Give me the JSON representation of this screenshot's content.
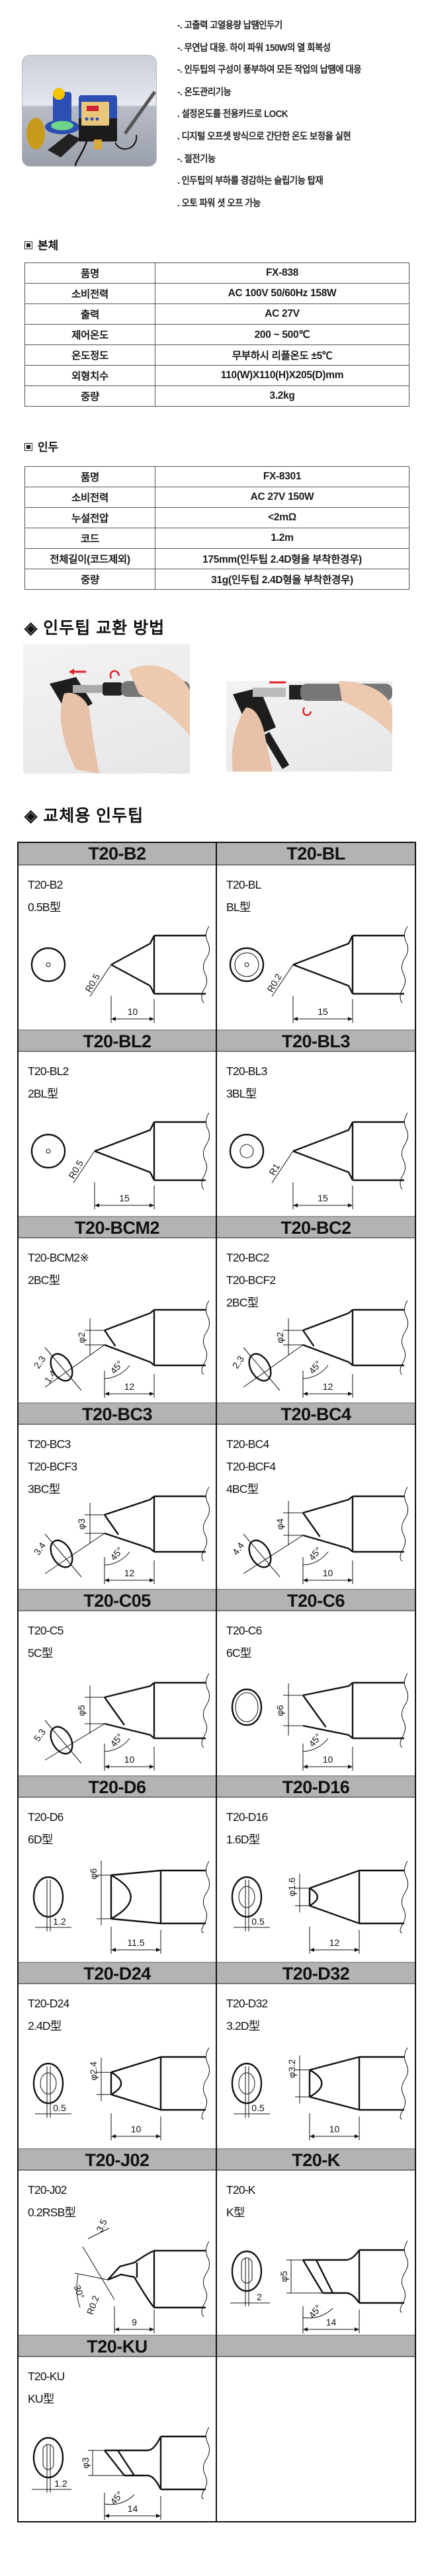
{
  "features": [
    "-. 고출력 고열용량 납땜인두기",
    "-. 무연납 대응. 하이 파워 150W의 열 회복성",
    "-. 인두팁의 구성이 풍부하여 모든 작업의 납땜에 대응",
    "-. 온도관리기능",
    " . 설정온도를 전용카드로 LOCK",
    " . 디지털 오프셋 방식으로 간단한 온도 보정을 실현",
    "-. 절전기능",
    " . 인두팁의 부하를 경감하는 슬립기능 탑재",
    " . 오토 파워 셧 오프 가능"
  ],
  "body_section": {
    "title": "본체",
    "rows": [
      [
        "품명",
        "FX-838"
      ],
      [
        "소비전력",
        "AC 100V 50/60Hz 158W"
      ],
      [
        "출력",
        "AC 27V"
      ],
      [
        "제어온도",
        "200 ~ 500℃"
      ],
      [
        "온도정도",
        "무부하시 리플온도 ±5℃"
      ],
      [
        "외형치수",
        "110(W)X110(H)X205(D)mm"
      ],
      [
        "중량",
        "3.2kg"
      ]
    ]
  },
  "iron_section": {
    "title": "인두",
    "rows": [
      [
        "품명",
        "FX-8301"
      ],
      [
        "소비전력",
        "AC 27V 150W"
      ],
      [
        "누설전압",
        "<2mΩ"
      ],
      [
        "코드",
        "1.2m"
      ],
      [
        "전체길이(코드제외)",
        "175mm(인두팁 2.4D형을 부착한경우)"
      ],
      [
        "중량",
        "31g(인두팁 2.4D형을 부착한경우)"
      ]
    ]
  },
  "exchange_section": {
    "title": "인두팁 교환 방법"
  },
  "tips_section": {
    "title": "교체용 인두팁"
  },
  "colors": {
    "header_gray": "#b3b3b3",
    "arrow_red": "#e0202a",
    "station_blue": "#2b4fb3"
  },
  "tips": [
    {
      "name": "T20-B2",
      "lines": [
        "T20-B2",
        "0.5B型"
      ],
      "kind": "cone",
      "dims": {
        "r": "R0.5",
        "len": "10"
      }
    },
    {
      "name": "T20-BL",
      "lines": [
        "T20-BL",
        "BL型"
      ],
      "kind": "cone",
      "dims": {
        "r": "R0.2",
        "len": "15"
      }
    },
    {
      "name": "T20-BL2",
      "lines": [
        "T20-BL2",
        "2BL型"
      ],
      "kind": "cone",
      "dims": {
        "r": "R0.5",
        "len": "15"
      }
    },
    {
      "name": "T20-BL3",
      "lines": [
        "T20-BL3",
        "3BL型"
      ],
      "kind": "cone",
      "dims": {
        "r": "R1",
        "len": "15"
      }
    },
    {
      "name": "T20-BCM2",
      "lines": [
        "T20-BCM2※",
        "2BC型"
      ],
      "kind": "bevel",
      "dims": {
        "phi": "φ2",
        "oval": "2.3",
        "oval2": "1.4",
        "ang": "45°",
        "len": "12"
      }
    },
    {
      "name": "T20-BC2",
      "lines": [
        "T20-BC2",
        "T20-BCF2",
        "2BC型"
      ],
      "kind": "bevel",
      "dims": {
        "phi": "φ2",
        "oval": "2.3",
        "ang": "45°",
        "len": "12"
      }
    },
    {
      "name": "T20-BC3",
      "lines": [
        "T20-BC3",
        "T20-BCF3",
        "3BC型"
      ],
      "kind": "bevel",
      "dims": {
        "phi": "φ3",
        "oval": "3.4",
        "ang": "45°",
        "len": "12"
      }
    },
    {
      "name": "T20-BC4",
      "lines": [
        "T20-BC4",
        "T20-BCF4",
        "4BC型"
      ],
      "kind": "bevel",
      "dims": {
        "phi": "φ4",
        "oval": "4.4",
        "ang": "45°",
        "len": "10"
      }
    },
    {
      "name": "T20-C05",
      "lines": [
        "T20-C5",
        "5C型"
      ],
      "kind": "bevel",
      "dims": {
        "phi": "φ5",
        "oval": "5.3",
        "ang": "45°",
        "len": "10"
      }
    },
    {
      "name": "T20-C6",
      "lines": [
        "T20-C6",
        "6C型"
      ],
      "kind": "bevel",
      "dims": {
        "phi": "φ6",
        "ang": "45°",
        "len": "10"
      }
    },
    {
      "name": "T20-D6",
      "lines": [
        "T20-D6",
        "6D型"
      ],
      "kind": "chisel",
      "dims": {
        "phi": "φ6",
        "w": "1.2",
        "len": "11.5"
      }
    },
    {
      "name": "T20-D16",
      "lines": [
        "T20-D16",
        "1.6D型"
      ],
      "kind": "chisel",
      "dims": {
        "phi": "φ1.6",
        "w": "0.5",
        "len": "12"
      }
    },
    {
      "name": "T20-D24",
      "lines": [
        "T20-D24",
        "2.4D型"
      ],
      "kind": "chisel",
      "dims": {
        "phi": "φ2.4",
        "w": "0.5",
        "len": "10"
      }
    },
    {
      "name": "T20-D32",
      "lines": [
        "T20-D32",
        "3.2D型"
      ],
      "kind": "chisel",
      "dims": {
        "phi": "φ3.2",
        "w": "0.5",
        "len": "10"
      }
    },
    {
      "name": "T20-J02",
      "lines": [
        "T20-J02",
        "0.2RSB型"
      ],
      "kind": "bent",
      "dims": {
        "a": "3.5",
        "ang": "30°",
        "r": "R0.2",
        "len": "9"
      }
    },
    {
      "name": "T20-K",
      "lines": [
        "T20-K",
        "K型"
      ],
      "kind": "knife",
      "dims": {
        "phi": "φ5",
        "w": "2",
        "ang": "45°",
        "len": "14"
      }
    },
    {
      "name": "T20-KU",
      "lines": [
        "T20-KU",
        "KU型"
      ],
      "kind": "knife",
      "dims": {
        "phi": "φ3",
        "w": "1.2",
        "ang": "45°",
        "len": "14"
      }
    }
  ]
}
